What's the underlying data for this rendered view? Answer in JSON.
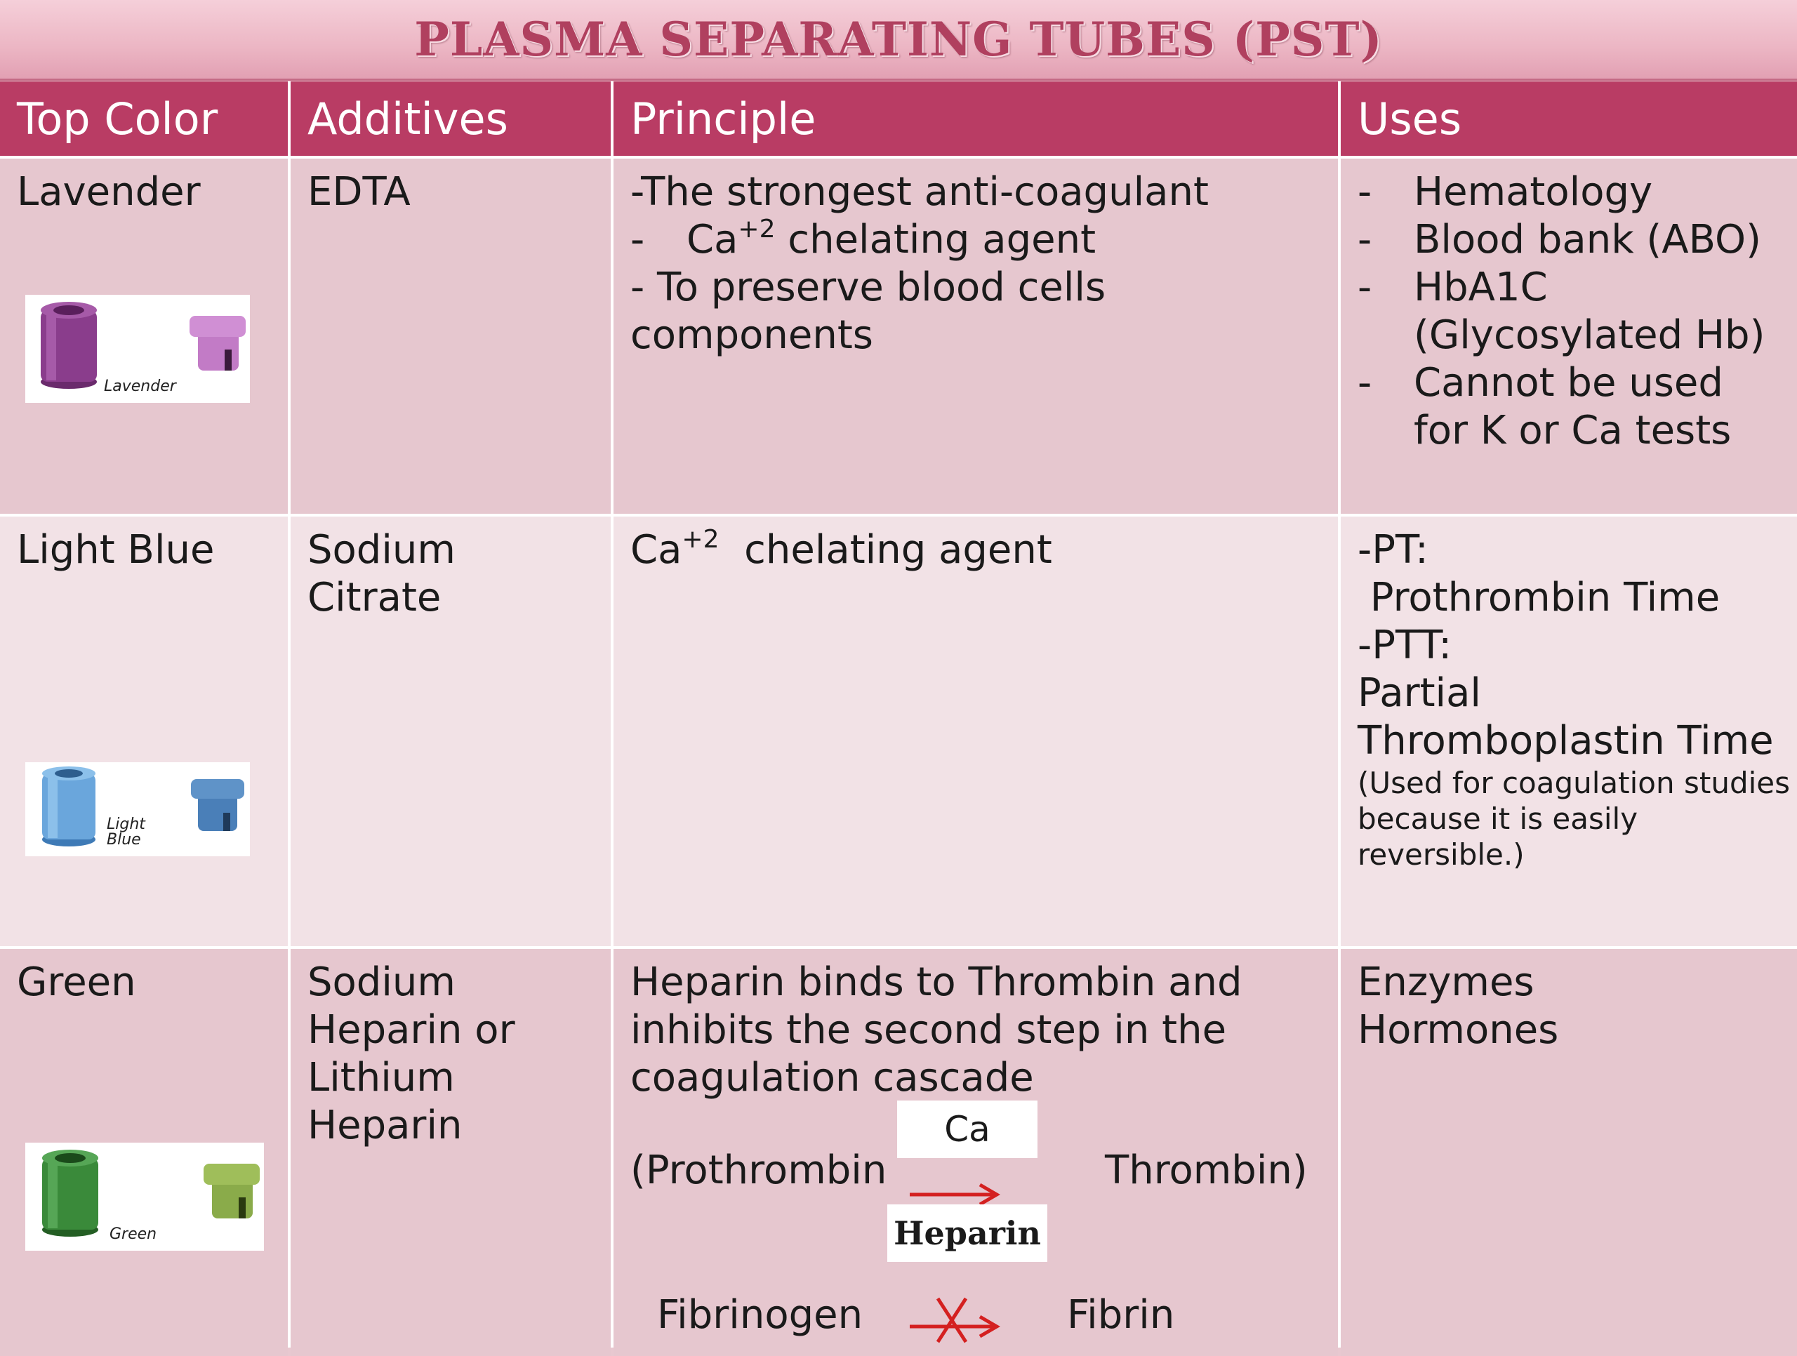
{
  "title": "PLASMA SEPARATING TUBES (PST)",
  "headers": [
    "Top Color",
    "Additives",
    "Principle",
    "Uses"
  ],
  "rows": [
    {
      "top_color": "Lavender",
      "tube_label": "Lavender",
      "additives": [
        "EDTA"
      ],
      "principle": {
        "line1": "-The strongest anti-coagulant",
        "line2_dash": "-",
        "line2_pre": "Ca",
        "line2_sup": "+2",
        "line2_post": " chelating agent",
        "line3": "- To preserve blood cells",
        "line4": "components"
      },
      "uses": {
        "items": [
          {
            "dash": "-",
            "lines": [
              "Hematology"
            ]
          },
          {
            "dash": "-",
            "lines": [
              "Blood bank (ABO)"
            ]
          },
          {
            "dash": "-",
            "lines": [
              "HbA1C",
              "(Glycosylated Hb)"
            ]
          },
          {
            "dash": "-",
            "lines": [
              "Cannot be used",
              "for K or Ca tests"
            ]
          }
        ]
      },
      "colors": {
        "cap_dark": "#8a3d8c",
        "cap_light": "#c27bc6"
      }
    },
    {
      "top_color": "Light Blue",
      "tube_label_1": "Light",
      "tube_label_2": "Blue",
      "additives": [
        "Sodium",
        "Citrate"
      ],
      "principle": {
        "pre": "Ca",
        "sup": "+2",
        "post": "  chelating agent"
      },
      "uses": {
        "lines": [
          "-PT:",
          " Prothrombin Time",
          "-PTT:",
          "Partial",
          "Thromboplastin Time"
        ],
        "note": [
          "(Used for coagulation studies",
          "because it is easily",
          "reversible.)"
        ]
      },
      "colors": {
        "cap_dark": "#5a9ad4",
        "cap_light": "#4a7fb8"
      }
    },
    {
      "top_color": "Green",
      "tube_label": "Green",
      "additives": [
        "Sodium",
        "Heparin or",
        "Lithium",
        "Heparin"
      ],
      "principle": {
        "lines": [
          "Heparin binds to Thrombin and",
          "inhibits the second step in the",
          "coagulation cascade"
        ],
        "box_top": "Ca",
        "left_top": "(Prothrombin",
        "right_top": "Thrombin)",
        "box_mid": "Heparin",
        "left_bottom": "Fibrinogen",
        "right_bottom": "Fibrin"
      },
      "uses": {
        "lines": [
          "Enzymes",
          "Hormones"
        ]
      },
      "colors": {
        "cap_dark": "#3a8a3a",
        "cap_light": "#8aab4a",
        "arrow": "#d42020"
      }
    }
  ]
}
